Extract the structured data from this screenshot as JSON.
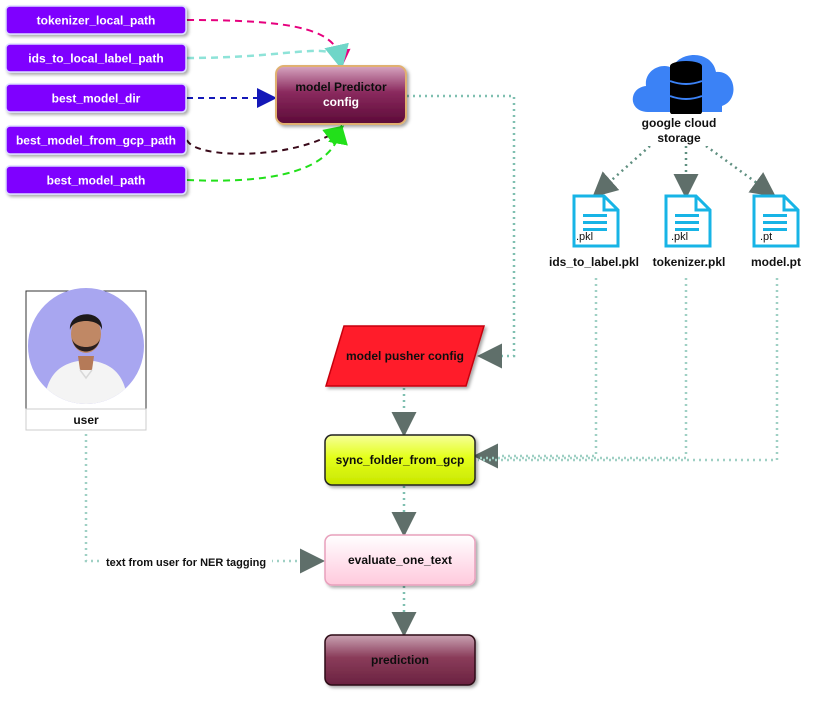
{
  "inputs": {
    "tokenizer_local_path": "tokenizer_local_path",
    "ids_to_local_label_path": "ids_to_local_label_path",
    "best_model_dir": "best_model_dir",
    "best_model_from_gcp_path": "best_model_from_gcp_path",
    "best_model_path": "best_model_path"
  },
  "predictor_config": {
    "line1": "model Predictor",
    "line2": "config"
  },
  "cloud": {
    "line1": "google cloud",
    "line2": "storage"
  },
  "files": [
    {
      "ext": ".pkl",
      "name": "ids_to_label.pkl"
    },
    {
      "ext": ".pkl",
      "name": "tokenizer.pkl"
    },
    {
      "ext": ".pt",
      "name": "model.pt"
    }
  ],
  "user": {
    "label": "user"
  },
  "pusher_config": "model pusher config",
  "sync": "sync_folder_from_gcp",
  "evaluate": "evaluate_one_text",
  "prediction": "prediction",
  "edge_label": "text from user for NER tagging",
  "colors": {
    "purple": "#7f00ff",
    "predictor": "#6f0f44",
    "pusher": "#ff1f2c",
    "sync": "#e1ff10",
    "evaluate": "#ffdde8",
    "prediction": "#7b2e4a",
    "cloud": "#3b82f6",
    "file": "#17b4e6",
    "teal_dot": "#7fbfb0"
  }
}
